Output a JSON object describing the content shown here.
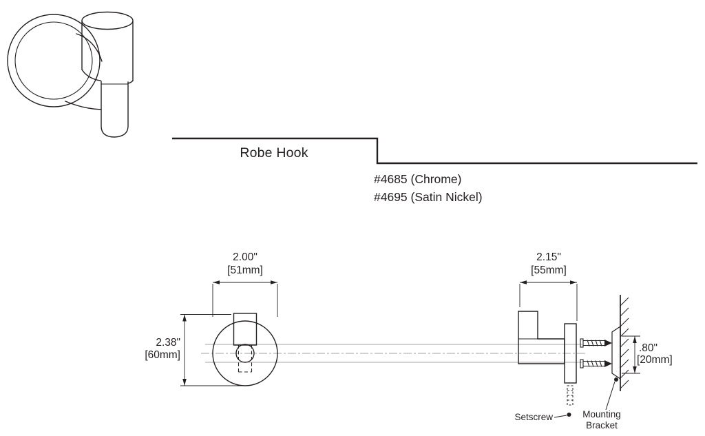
{
  "page": {
    "background": "#ffffff"
  },
  "header": {
    "product_name": "Robe Hook",
    "model_chrome": "#4685 (Chrome)",
    "model_satin": "#4695 (Satin Nickel)"
  },
  "front_view": {
    "width_in": "2.00\"",
    "width_mm": "[51mm]",
    "height_in": "2.38\"",
    "height_mm": "[60mm]"
  },
  "side_view": {
    "depth_in": "2.15\"",
    "depth_mm": "[55mm]",
    "bracket_in": ".80\"",
    "bracket_mm": "[20mm]",
    "setscrew_label": "Setscrew",
    "mounting_bracket_label": "Mounting Bracket"
  },
  "colors": {
    "line": "#231f20",
    "projection_line": "#a3a3a3",
    "background": "#ffffff"
  }
}
